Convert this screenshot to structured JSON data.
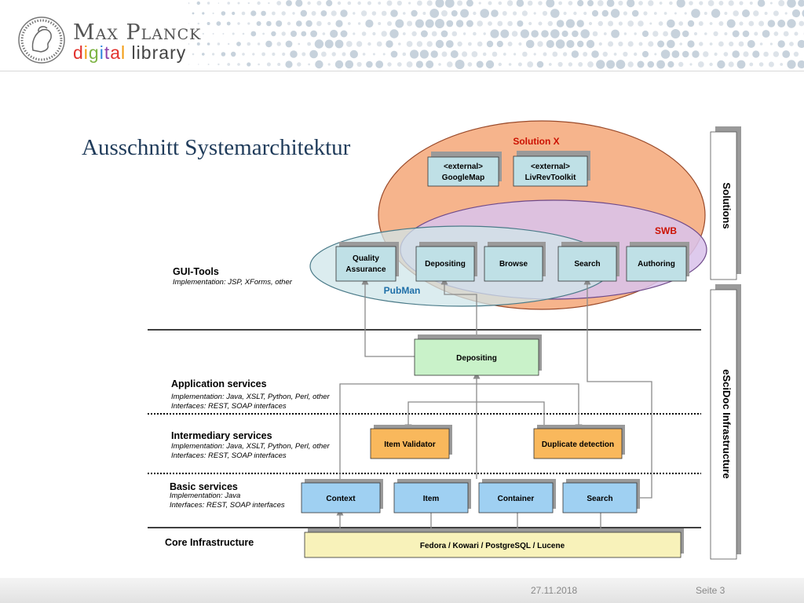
{
  "header": {
    "logo_line1": "Max Planck",
    "logo_line2": "digital library"
  },
  "slide": {
    "title": "Ausschnitt Systemarchitektur"
  },
  "regions": {
    "solution_x": "Solution X",
    "swb": "SWB",
    "pubman": "PubMan"
  },
  "side_panels": {
    "solutions": "Solutions",
    "escidoc": "eSciDoc Infrastructure"
  },
  "layers": {
    "gui_tools": {
      "title": "GUI-Tools",
      "impl": "Implementation: JSP, XForms, other"
    },
    "application": {
      "title": "Application services",
      "impl": "Implementation: Java, XSLT, Python, Perl, other",
      "interfaces": "Interfaces: REST, SOAP interfaces"
    },
    "intermediary": {
      "title": "Intermediary services",
      "impl": "Implementation: Java, XSLT, Python, Perl, other",
      "interfaces": "Interfaces: REST, SOAP interfaces"
    },
    "basic": {
      "title": "Basic services",
      "impl": "Implementation: Java",
      "interfaces": "Interfaces: REST, SOAP interfaces"
    },
    "core": {
      "title": "Core Infrastructure"
    }
  },
  "boxes": {
    "googlemap": {
      "line1": "<external>",
      "line2": "GoogleMap"
    },
    "livrevtoolkit": {
      "line1": "<external>",
      "line2": "LivRevToolkit"
    },
    "quality_assurance": {
      "line1": "Quality",
      "line2": "Assurance"
    },
    "gui_depositing": "Depositing",
    "browse": "Browse",
    "gui_search": "Search",
    "authoring": "Authoring",
    "app_depositing": "Depositing",
    "item_validator": "Item Validator",
    "duplicate_detection": "Duplicate detection",
    "context": "Context",
    "item": "Item",
    "container": "Container",
    "basic_search": "Search",
    "core_store": "Fedora / Kowari / PostgreSQL / Lucene"
  },
  "colors": {
    "solution_x_fill": "#f6b48c",
    "swb_fill": "#d9c3ea",
    "pubman_fill": "#cfe6ea",
    "gui_box": "#bfe0e6",
    "app_box": "#c9f2c9",
    "intermediary_box": "#f9b85c",
    "basic_box": "#9fd0f2",
    "core_box": "#f8f2ba",
    "region_label": "#cc1100",
    "pubman_label": "#1f6fa8"
  },
  "footer": {
    "date": "27.11.2018",
    "page": "Seite 3"
  }
}
